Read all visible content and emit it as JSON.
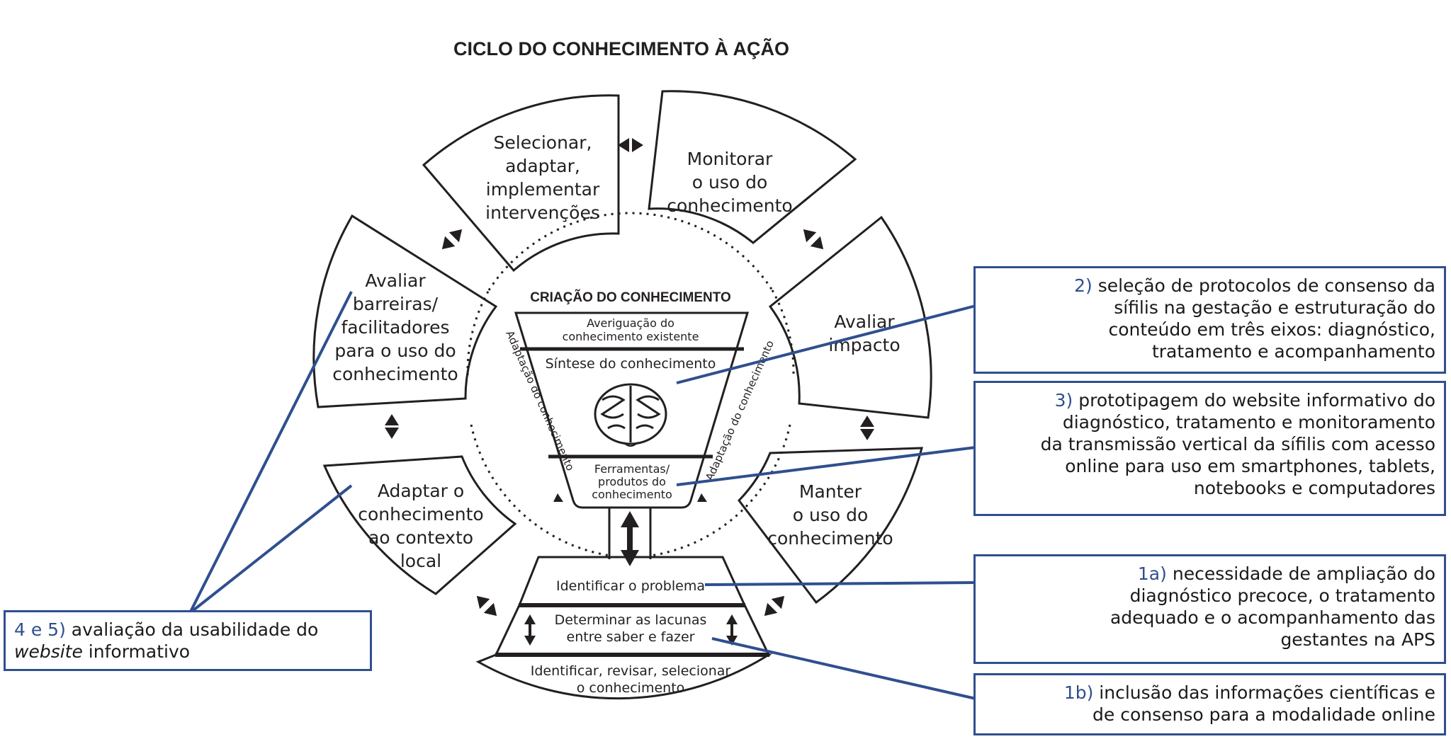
{
  "title": "CICLO DO CONHECIMENTO À AÇÃO",
  "cycle": {
    "selecionar": [
      "Selecionar,",
      "adaptar,",
      "implementar",
      "intervenções"
    ],
    "monitorar": [
      "Monitorar",
      "o uso do",
      "conhecimento"
    ],
    "avaliar_impacto": [
      "Avaliar",
      "impacto"
    ],
    "manter": [
      "Manter",
      "o uso do",
      "conhecimento"
    ],
    "adaptar": [
      "Adaptar o",
      "conhecimento",
      "ao contexto",
      "local"
    ],
    "avaliar_barreiras": [
      "Avaliar",
      "barreiras/",
      "facilitadores",
      "para o uso do",
      "conhecimento"
    ]
  },
  "funnel": {
    "title": "CRIAÇÃO DO CONHECIMENTO",
    "averiguacao": [
      "Averiguação do",
      "conhecimento existente"
    ],
    "sintese": "Síntese do conhecimento",
    "ferramentas": [
      "Ferramentas/",
      "produtos do",
      "conhecimento"
    ],
    "side_left": "Adaptação do conhecimento",
    "side_right": "Adaptação do conhecimento"
  },
  "base": {
    "identificar": "Identificar o problema",
    "determinar": [
      "Determinar as lacunas",
      "entre saber e fazer"
    ],
    "revisar": [
      "Identificar, revisar, selecionar",
      "o conhecimento"
    ]
  },
  "notes": {
    "n2": {
      "num": "2)",
      "lines": [
        "seleção de protocolos de consenso da",
        "sífilis na gestação e estruturação do",
        "conteúdo em três eixos: diagnóstico,",
        "tratamento e acompanhamento"
      ]
    },
    "n3": {
      "num": "3)",
      "lines": [
        "prototipagem do website informativo do",
        "diagnóstico, tratamento e monitoramento",
        "da transmissão vertical da sífilis com acesso",
        "online para uso em smartphones, tablets,",
        "notebooks e computadores"
      ]
    },
    "n1a": {
      "num": "1a)",
      "lines": [
        "necessidade de ampliação do",
        "diagnóstico precoce, o tratamento",
        "adequado e o acompanhamento das",
        "gestantes na APS"
      ]
    },
    "n1b": {
      "num": "1b)",
      "lines": [
        "inclusão das informações científicas e",
        "de consenso para a modalidade online"
      ]
    },
    "n45": {
      "num": "4 e 5)",
      "line1": "avaliação da usabilidade do",
      "italic": "website",
      "line2_rest": " informativo"
    }
  },
  "colors": {
    "ink": "#231f20",
    "accent": "#2f4f8f"
  }
}
